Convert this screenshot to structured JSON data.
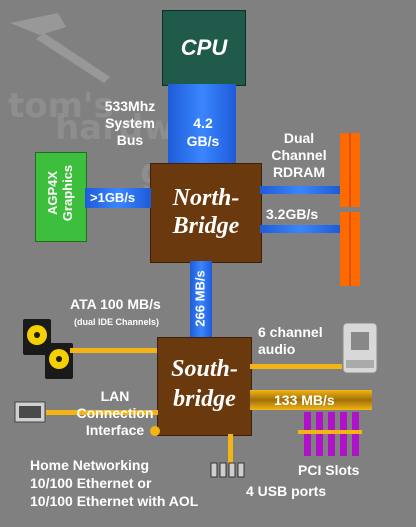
{
  "watermark": {
    "line1": "tom's",
    "line2": "hardware",
    "line3": "guide"
  },
  "cpu": {
    "label": "CPU"
  },
  "system_bus": {
    "label": "533Mhz\nSystem\nBus",
    "bandwidth": "4.2\nGB/s"
  },
  "north_bridge": {
    "label": "North-\nBridge"
  },
  "agp": {
    "label": "AGP4X\nGraphics",
    "bandwidth": ">1GB/s"
  },
  "rdram": {
    "label": "Dual\nChannel\nRDRAM",
    "bandwidth": "3.2GB/s"
  },
  "hub_link": {
    "bandwidth": "266 MB/s"
  },
  "ata": {
    "label": "ATA 100 MB/s",
    "sublabel": "(dual IDE Channels)"
  },
  "south_bridge": {
    "label": "South-\nbridge"
  },
  "audio": {
    "label": "6 channel\naudio"
  },
  "lan": {
    "label": "LAN\nConnection\nInterface"
  },
  "pci": {
    "bandwidth": "133 MB/s",
    "label": "PCI Slots"
  },
  "usb": {
    "label": "4 USB ports"
  },
  "home_net": {
    "label": "Home Networking\n10/100 Ethernet or\n10/100 Ethernet with AOL"
  },
  "colors": {
    "background": "#808080",
    "block": "#6a3a0e",
    "bus_blue": "#2f7bff",
    "wire_orange": "#f4b414",
    "agp_green": "#3dbf3d",
    "rdram_orange": "#ff6a00",
    "pci_purple": "#b012c8",
    "cpu_green": "#1f5a4a"
  }
}
